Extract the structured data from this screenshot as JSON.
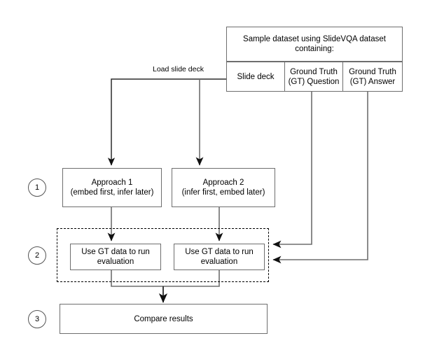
{
  "diagram": {
    "title_box": {
      "label": "Sample dataset using SlideVQA dataset containing:"
    },
    "dataset_columns": [
      {
        "label": "Slide deck"
      },
      {
        "label": "Ground Truth\n(GT) Question"
      },
      {
        "label": "Ground Truth\n(GT) Answer"
      }
    ],
    "edge_labels": {
      "load_slide_deck": "Load slide deck"
    },
    "steps": [
      {
        "number": "1"
      },
      {
        "number": "2"
      },
      {
        "number": "3"
      }
    ],
    "approaches": [
      {
        "label": "Approach 1\n(embed first, infer later)"
      },
      {
        "label": "Approach 2\n(infer first, embed later)"
      }
    ],
    "evaluations": [
      {
        "label": "Use GT data to run\nevaluation"
      },
      {
        "label": "Use GT data to run\nevaluation"
      }
    ],
    "compare": {
      "label": "Compare results"
    },
    "colors": {
      "box_stroke": "#6e6e6e",
      "connector": "#6e6e6e",
      "dark_connector": "#000000",
      "badge_stroke": "#555555",
      "background": "#ffffff",
      "text": "#000000"
    }
  }
}
